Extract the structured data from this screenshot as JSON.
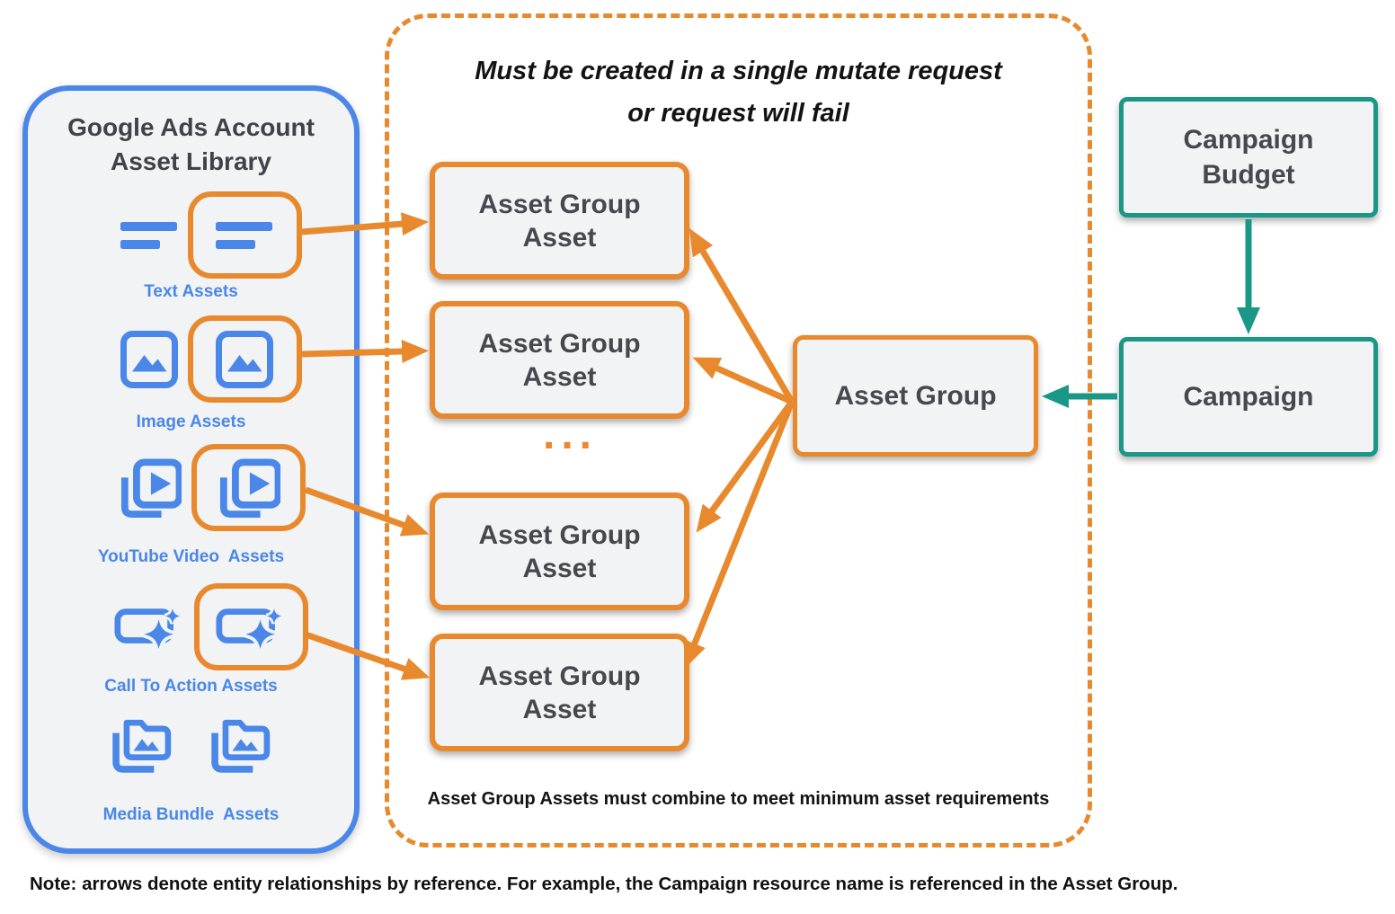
{
  "library": {
    "title": "Google Ads Account Asset Library",
    "items": [
      {
        "label": "Text Assets"
      },
      {
        "label": "Image Assets"
      },
      {
        "label": "YouTube Video  Assets"
      },
      {
        "label": "Call To Action Assets"
      },
      {
        "label": "Media Bundle  Assets"
      }
    ]
  },
  "mutate_group": {
    "title_line1": "Must be created in a single mutate request",
    "title_line2": "or request will fail",
    "box_label": "Asset Group Asset",
    "ellipsis": "...",
    "caption": "Asset Group Assets must combine to meet minimum asset requirements"
  },
  "entities": {
    "asset_group": "Asset Group",
    "campaign_budget": "Campaign Budget",
    "campaign": "Campaign"
  },
  "page": {
    "note": "Note: arrows denote entity relationships by reference. For example, the Campaign resource name is referenced in the Asset Group."
  },
  "colors": {
    "orange": "#E8892D",
    "blue": "#4A87E8",
    "teal": "#1B9788",
    "panel_fill": "#F1F3F4",
    "dark_text": "#45494E"
  }
}
